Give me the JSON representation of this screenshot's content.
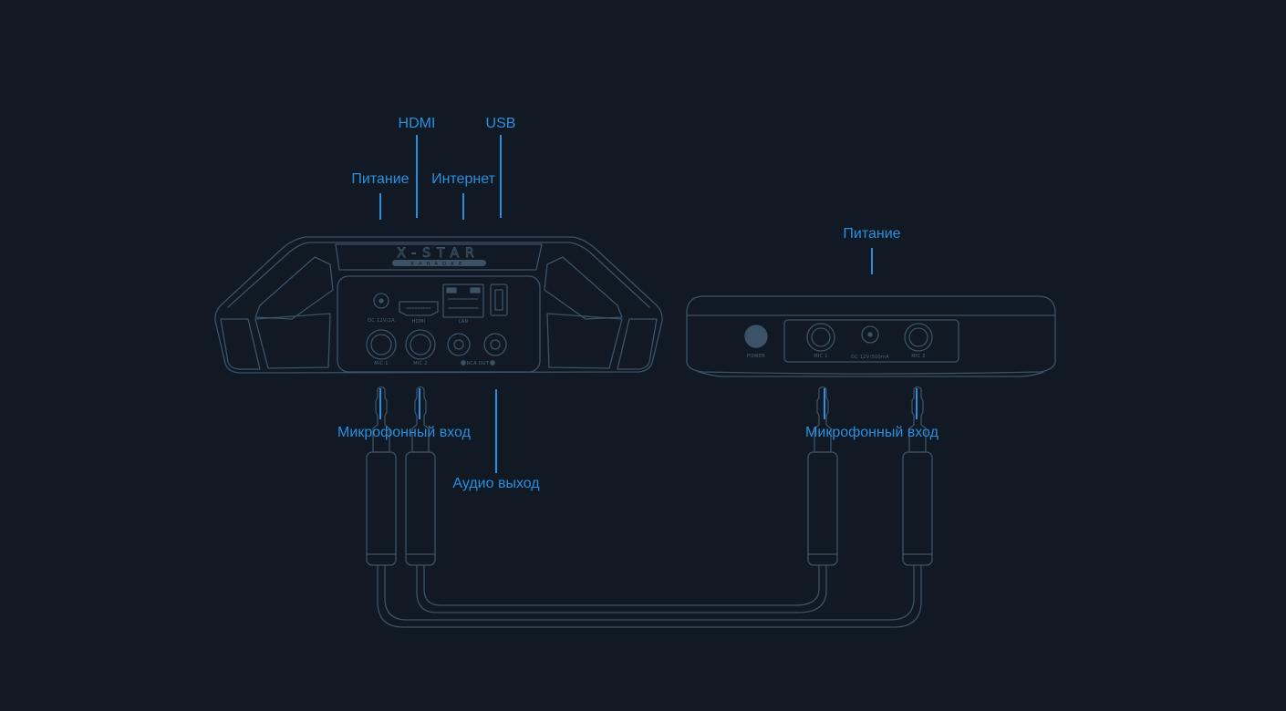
{
  "device_left": {
    "brand": "X-STAR",
    "brand_sub": "KARAOKE",
    "port_labels": {
      "dc": "DC 12V/2A",
      "hdmi": "HDMI",
      "lan": "LAN",
      "mic1": "MIC 1",
      "mic2": "MIC 2",
      "rca": "RCA OUT"
    }
  },
  "device_right": {
    "port_labels": {
      "power": "POWER",
      "mic1": "MIC 1",
      "dc": "DC 12V/500mA",
      "mic2": "MIC 2"
    }
  },
  "callouts": {
    "hdmi": "HDMI",
    "usb": "USB",
    "power_left": "Питание",
    "internet": "Интернет",
    "power_right": "Питание",
    "mic_left": "Микрофонный вход",
    "mic_right": "Микрофонный вход",
    "audio_out": "Аудио выход"
  },
  "colors": {
    "background": "#101924",
    "accent": "#2a8fdc",
    "outline": "#3c5266"
  }
}
